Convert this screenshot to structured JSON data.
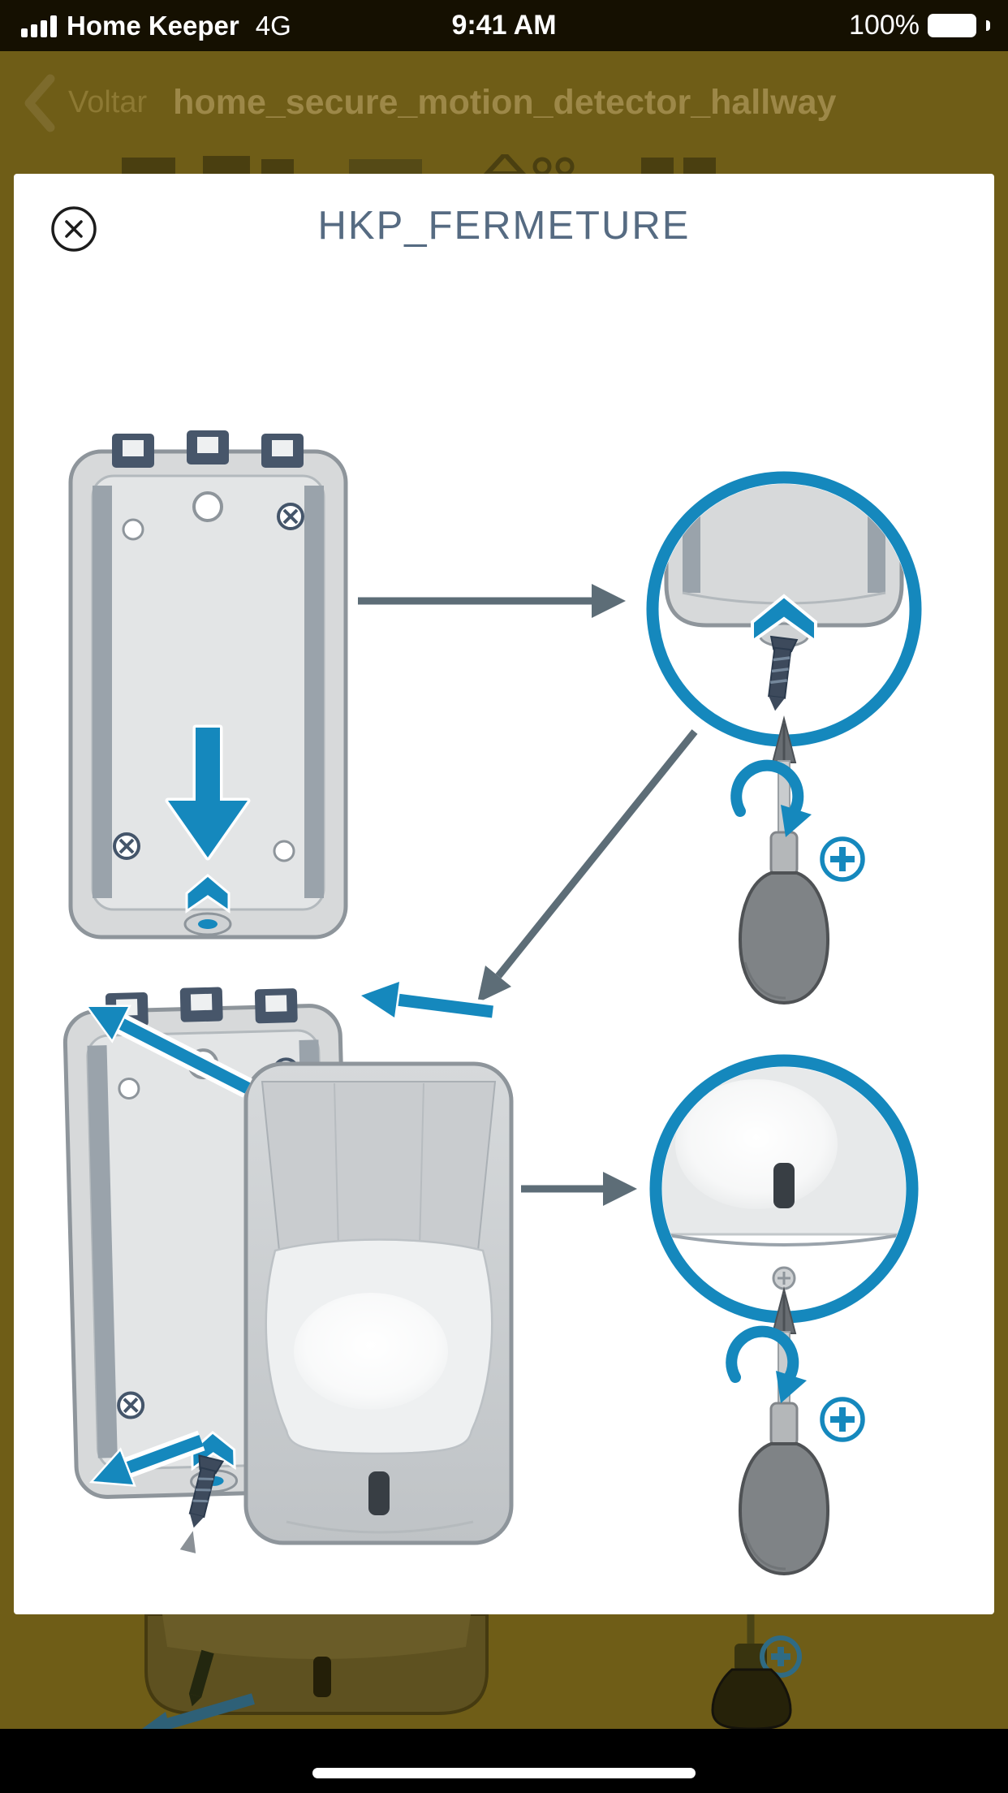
{
  "status_bar": {
    "carrier": "Home Keeper",
    "network": "4G",
    "time": "9:41 AM",
    "battery_percent": "100%"
  },
  "nav_bar": {
    "back_label": "Voltar",
    "title": "home_secure_motion_detector_hallway"
  },
  "modal": {
    "title": "HKP_FERMETURE"
  },
  "icons": {
    "signal": "signal-bars-4-icon",
    "battery": "battery-full-icon",
    "back": "chevron-left-icon",
    "close": "circle-x-icon",
    "phillips": "phillips-head-badge-icon",
    "rotate": "rotate-clockwise-arrow-icon"
  },
  "colors": {
    "accent_blue": "#1588bd",
    "arrow_gray": "#5d6d77",
    "steel_dark": "#44556a",
    "modal_title_slate": "#566b82",
    "nav_background": "#6f5d17",
    "nav_text": "#9d8848",
    "backdrop_olive": "#6f5d17"
  }
}
